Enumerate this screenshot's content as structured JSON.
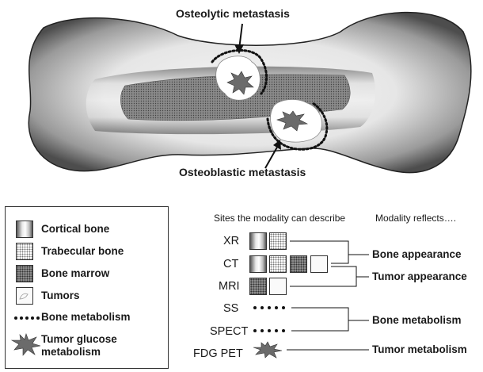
{
  "diagram": {
    "osteolytic_label": "Osteolytic metastasis",
    "osteoblastic_label": "Osteoblastic metastasis"
  },
  "legend": {
    "items": [
      {
        "label": "Cortical bone",
        "icon": "cortical-bone-swatch"
      },
      {
        "label": "Trabecular bone",
        "icon": "trabecular-bone-swatch"
      },
      {
        "label": "Bone marrow",
        "icon": "bone-marrow-swatch"
      },
      {
        "label": "Tumors",
        "icon": "tumor-swatch"
      },
      {
        "label": "Bone metabolism",
        "icon": "dotted-line"
      },
      {
        "label": "Tumor glucose",
        "label2": "metabolism",
        "icon": "starburst"
      }
    ]
  },
  "modality_table": {
    "header_sites": "Sites the modality can describe",
    "header_reflects": "Modality reflects….",
    "modalities": [
      "XR",
      "CT",
      "MRI",
      "SS",
      "SPECT",
      "FDG PET"
    ],
    "reflects": [
      "Bone appearance",
      "Tumor appearance",
      "Bone metabolism",
      "Tumor metabolism"
    ],
    "dots": "•••••"
  }
}
